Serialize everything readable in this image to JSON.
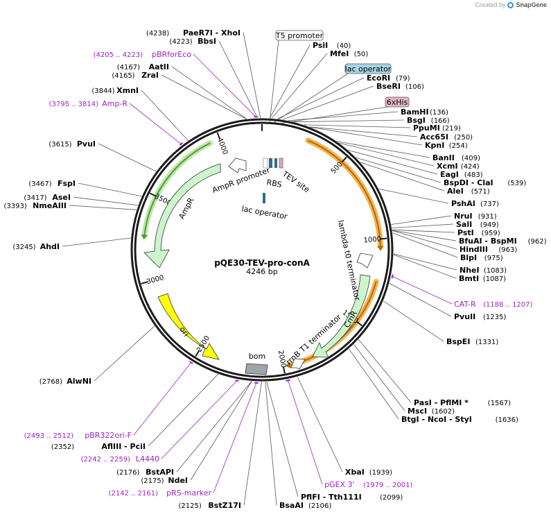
{
  "credit": {
    "prefix": "Created by",
    "brand": "SnapGene"
  },
  "plasmid": {
    "name": "pQE30-TEV-pro-conA",
    "size": "4246 bp"
  },
  "sites": [
    {
      "name": "PaeR7I - XhoI",
      "pos": "(4238)"
    },
    {
      "name": "BbsI",
      "pos": "(4223)"
    },
    {
      "name": "AatII",
      "pos": "(4167)"
    },
    {
      "name": "ZraI",
      "pos": "(4165)"
    },
    {
      "name": "XmnI",
      "pos": "(3844)"
    },
    {
      "name": "PvuI",
      "pos": "(3615)"
    },
    {
      "name": "FspI",
      "pos": "(3467)"
    },
    {
      "name": "AseI",
      "pos": "(3417)"
    },
    {
      "name": "NmeAIII",
      "pos": "(3393)"
    },
    {
      "name": "AhdI",
      "pos": "(3245)"
    },
    {
      "name": "AlwNI",
      "pos": "(2768)"
    },
    {
      "name": "AflIII - PciI",
      "pos": "(2352)"
    },
    {
      "name": "BstAPI",
      "pos": "(2176)"
    },
    {
      "name": "NdeI",
      "pos": "(2175)"
    },
    {
      "name": "BstZ17I",
      "pos": "(2125)"
    },
    {
      "name": "PsiI",
      "pos": "(40)"
    },
    {
      "name": "MfeI",
      "pos": "(50)"
    },
    {
      "name": "EcoRI",
      "pos": "(79)"
    },
    {
      "name": "BseRI",
      "pos": "(106)"
    },
    {
      "name": "BamHI",
      "pos": "(136)"
    },
    {
      "name": "BsgI",
      "pos": "(166)"
    },
    {
      "name": "PpuMI",
      "pos": "(219)"
    },
    {
      "name": "Acc65I",
      "pos": "(250)"
    },
    {
      "name": "KpnI",
      "pos": "(254)"
    },
    {
      "name": "BanII",
      "pos": "(409)"
    },
    {
      "name": "XcmI",
      "pos": "(424)"
    },
    {
      "name": "EagI",
      "pos": "(483)"
    },
    {
      "name": "BspDI - ClaI",
      "pos": "(539)"
    },
    {
      "name": "AleI",
      "pos": "(571)"
    },
    {
      "name": "PshAI",
      "pos": "(737)"
    },
    {
      "name": "NruI",
      "pos": "(931)"
    },
    {
      "name": "SalI",
      "pos": "(949)"
    },
    {
      "name": "PstI",
      "pos": "(959)"
    },
    {
      "name": "BfuAI - BspMI",
      "pos": "(962)"
    },
    {
      "name": "HindIII",
      "pos": "(963)"
    },
    {
      "name": "BlpI",
      "pos": "(975)"
    },
    {
      "name": "NheI",
      "pos": "(1083)"
    },
    {
      "name": "BmtI",
      "pos": "(1087)"
    },
    {
      "name": "PvuII",
      "pos": "(1235)"
    },
    {
      "name": "BspEI",
      "pos": "(1331)"
    },
    {
      "name": "PasI - PflMI *",
      "pos": "(1567)"
    },
    {
      "name": "MscI",
      "pos": "(1602)"
    },
    {
      "name": "BtgI - NcoI - StyI",
      "pos": "(1636)"
    },
    {
      "name": "XbaI",
      "pos": "(1939)"
    },
    {
      "name": "PflFI - Tth111I",
      "pos": "(2099)"
    },
    {
      "name": "BsaAI",
      "pos": "(2106)"
    }
  ],
  "primers": [
    {
      "name": "pBRforEco",
      "range": "(4205 .. 4223)"
    },
    {
      "name": "Amp-R",
      "range": "(3795 .. 3814)"
    },
    {
      "name": "CAT-R",
      "range": "(1188 .. 1207)"
    },
    {
      "name": "pGEX 3'",
      "range": "(1979 .. 2001)"
    },
    {
      "name": "pRS-marker",
      "range": "(2142 .. 2161)"
    },
    {
      "name": "L4440",
      "range": "(2242 .. 2259)"
    },
    {
      "name": "pBR322ori-F",
      "range": "(2493 .. 2512)"
    }
  ],
  "boxed_features": [
    {
      "name": "T5 promoter",
      "fill": "#ffffff"
    },
    {
      "name": "lac operator",
      "fill": "#a9d4e6"
    },
    {
      "name": "6xHis",
      "fill": "#e6b6c6"
    }
  ],
  "features": {
    "ampr_promoter": "AmpR promoter",
    "ampr": "AmpR",
    "lac_operator": "lac operator",
    "rbs": "RBS",
    "tev_site": "TEV site",
    "lambda_terminator": "lambda t0 terminator",
    "cmr": "CmR",
    "rrnb": "rrnB T1 terminator",
    "ori": "ori",
    "bom": "bom"
  },
  "ticks": [
    "500",
    "1000",
    "1500",
    "2000",
    "2500",
    "3000",
    "3500",
    "4000"
  ],
  "colors": {
    "backbone": "#1a1a1a",
    "amp_fill": "#ccf5cc",
    "ori_fill": "#ffff00",
    "highlight_orange": "#f7b24a",
    "highlight_green": "#4aa02c",
    "primer": "#a020c8",
    "bom_fill": "#9ea5ad"
  }
}
